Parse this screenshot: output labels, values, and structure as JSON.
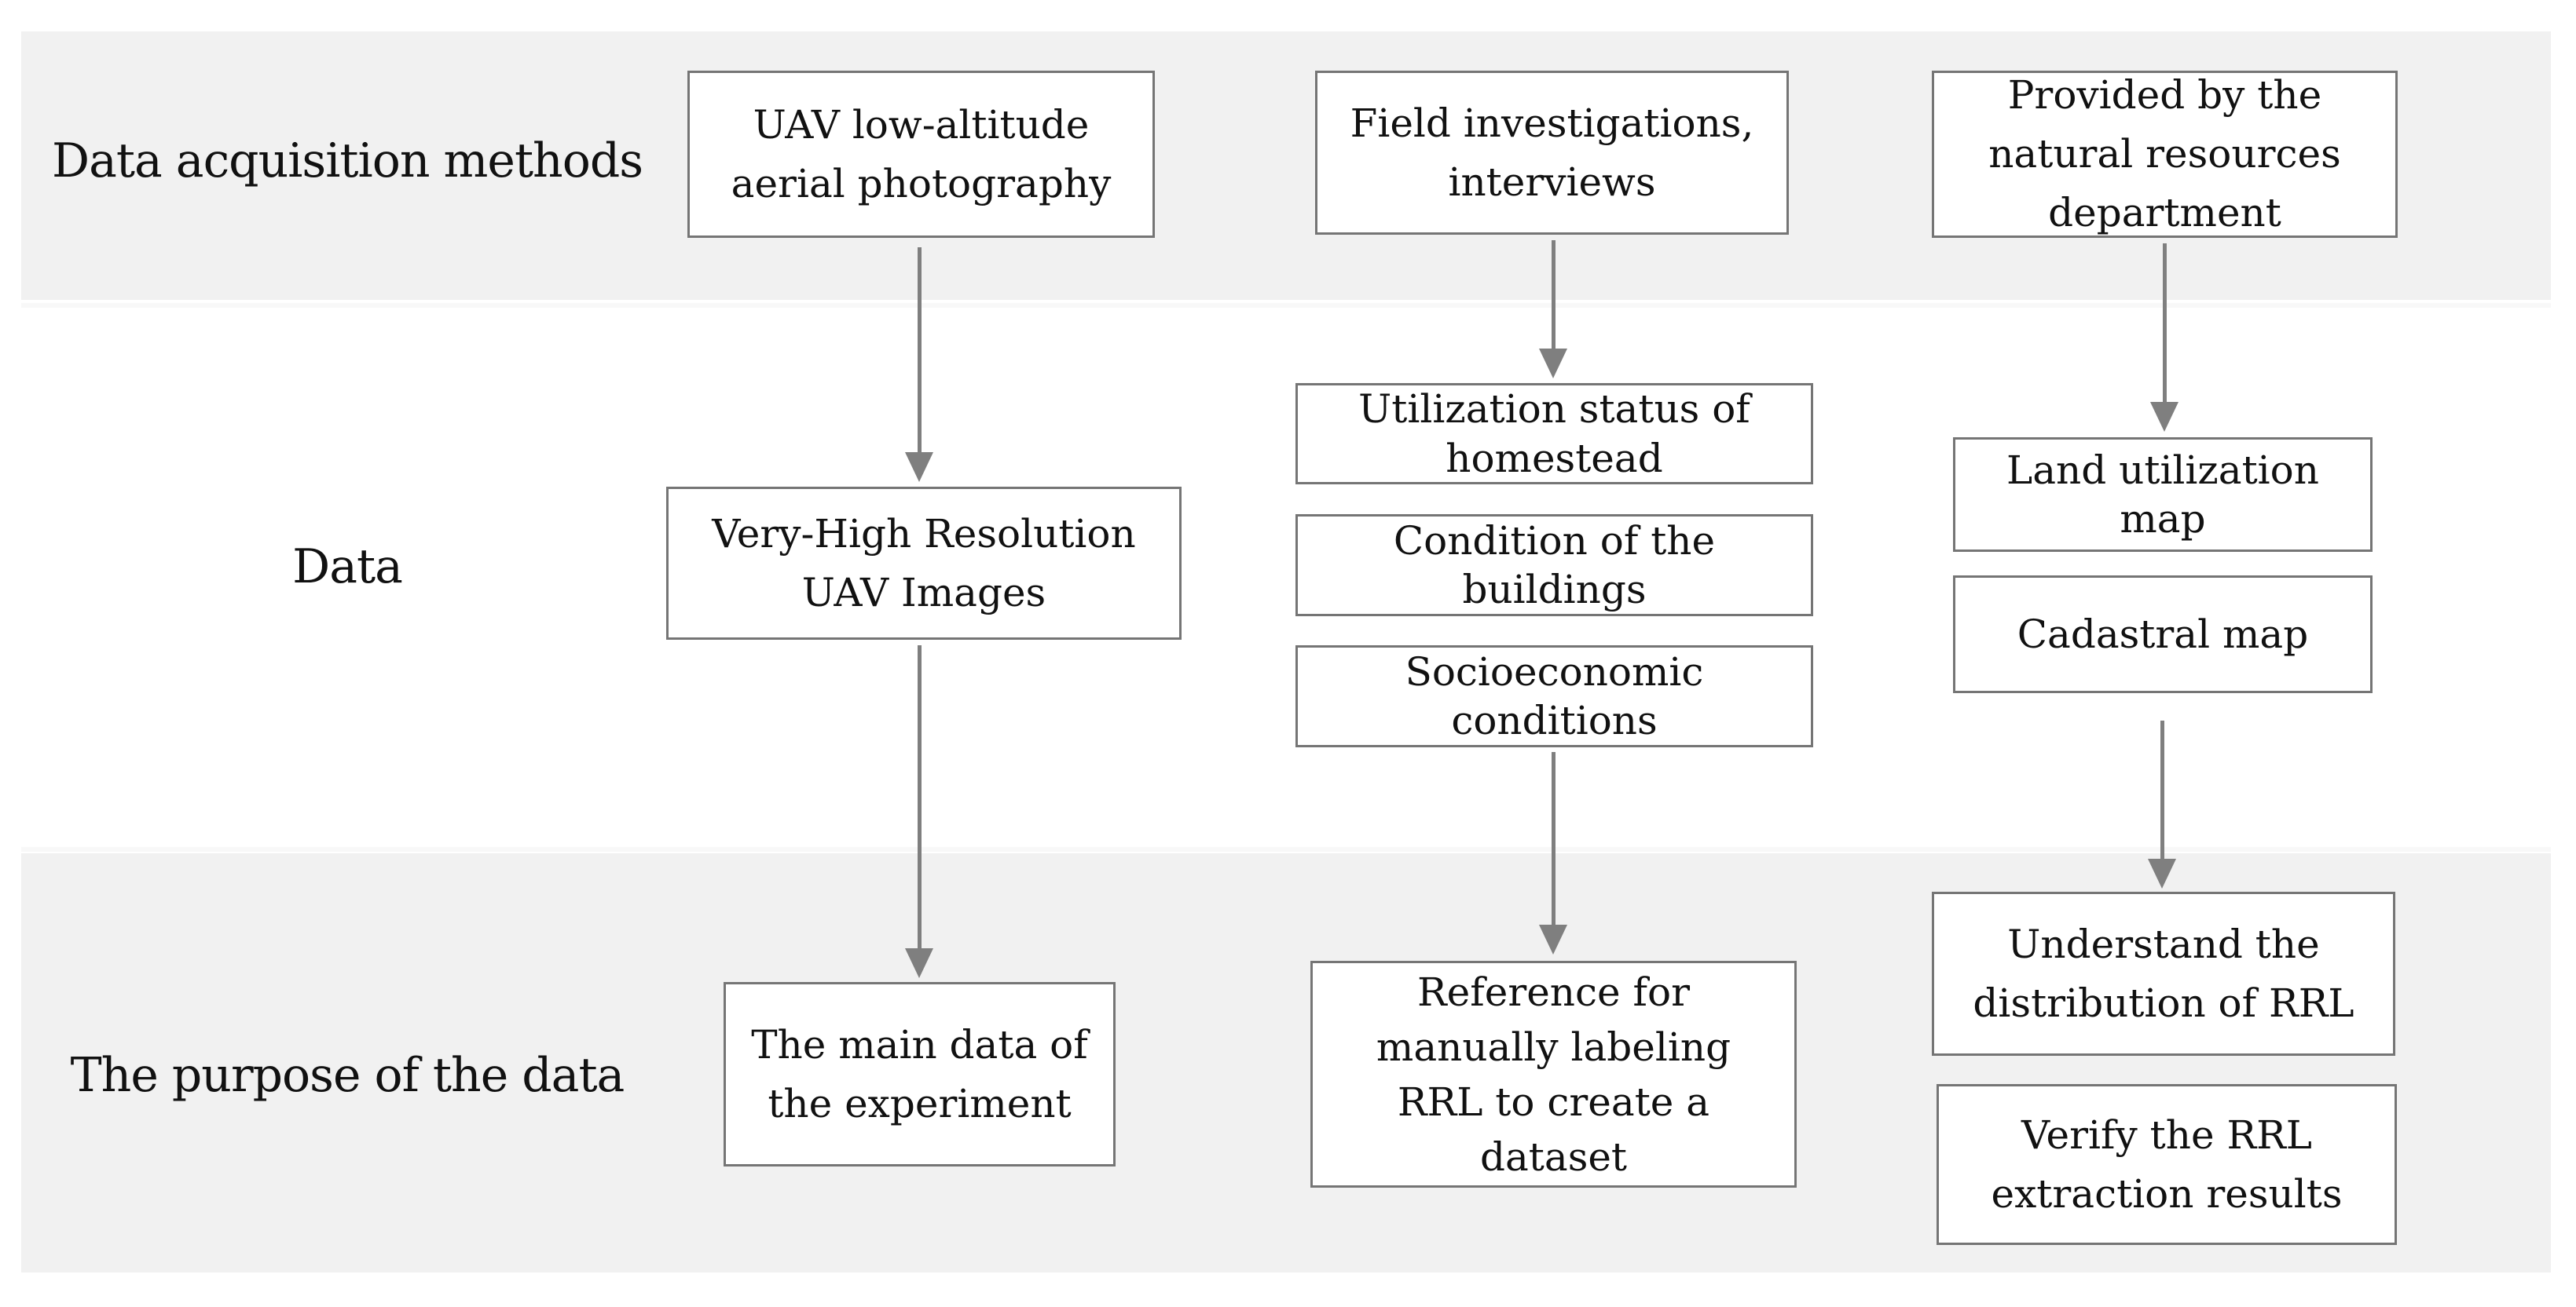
{
  "figure": {
    "type": "flowchart",
    "rows": [
      {
        "label": "Data acquisition methods"
      },
      {
        "label": "Data"
      },
      {
        "label": "The purpose of the data"
      }
    ],
    "columns": [
      {
        "method": "UAV low-altitude\naerial photography",
        "data": [
          "Very-High Resolution\nUAV Images"
        ],
        "purpose": [
          "The main data of\nthe experiment"
        ]
      },
      {
        "method": "Field investigations,\ninterviews",
        "data": [
          "Utilization status of\nhomestead",
          "Condition of the\nbuildings",
          "Socioeconomic\nconditions"
        ],
        "purpose": [
          "Reference for\nmanually labeling\nRRL to create a\ndataset"
        ]
      },
      {
        "method": "Provided by the\nnatural resources\ndepartment",
        "data": [
          "Land utilization\nmap",
          "Cadastral map"
        ],
        "purpose": [
          "Understand the\ndistribution of RRL",
          "Verify the RRL\nextraction results"
        ]
      }
    ]
  },
  "colors": {
    "band_bg": "#f1f1f1",
    "band_edge": "#f8f8f8",
    "box_bg": "#ffffff",
    "box_border": "#757575",
    "arrow": "#7f7f7f",
    "text": "#111111"
  }
}
